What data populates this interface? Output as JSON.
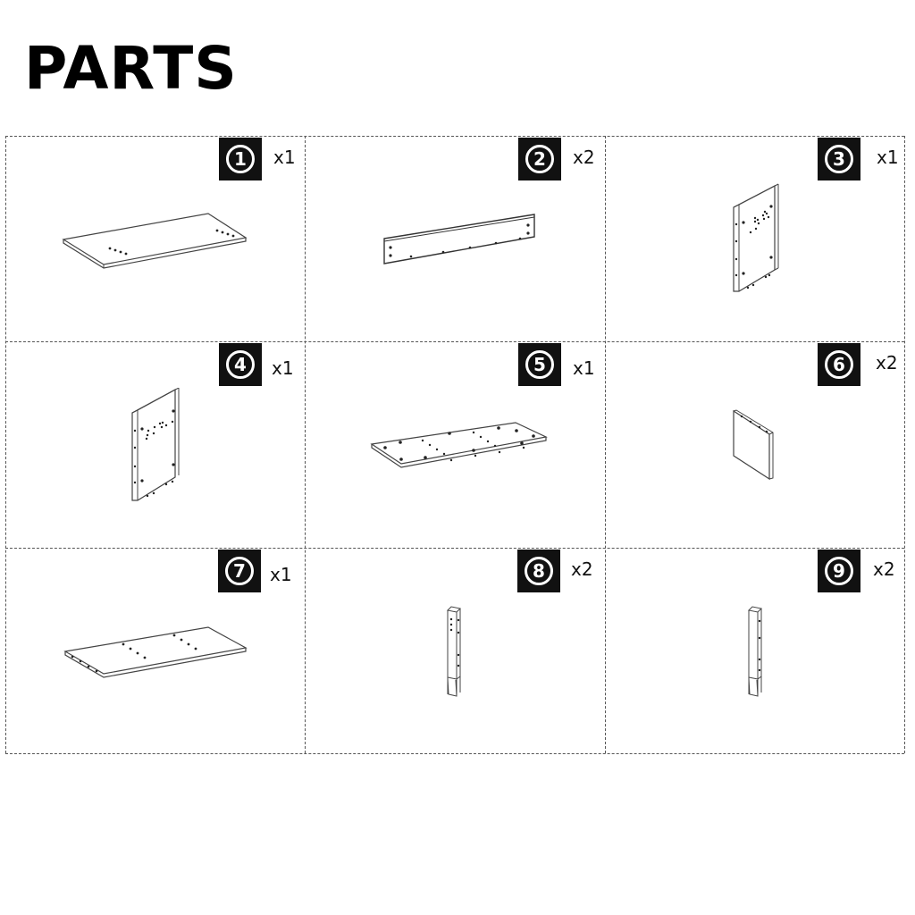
{
  "page": {
    "title": "PARTS"
  },
  "parts": [
    {
      "number": "1",
      "quantity": "x1",
      "shape": "flat-panel-top"
    },
    {
      "number": "2",
      "quantity": "x2",
      "shape": "rail"
    },
    {
      "number": "3",
      "quantity": "x1",
      "shape": "side-panel-right"
    },
    {
      "number": "4",
      "quantity": "x1",
      "shape": "side-panel-left"
    },
    {
      "number": "5",
      "quantity": "x1",
      "shape": "flat-panel-bottom"
    },
    {
      "number": "6",
      "quantity": "x2",
      "shape": "small-square-panel"
    },
    {
      "number": "7",
      "quantity": "x1",
      "shape": "flat-panel-shelf"
    },
    {
      "number": "8",
      "quantity": "x2",
      "shape": "leg-post"
    },
    {
      "number": "9",
      "quantity": "x2",
      "shape": "leg-post"
    }
  ]
}
